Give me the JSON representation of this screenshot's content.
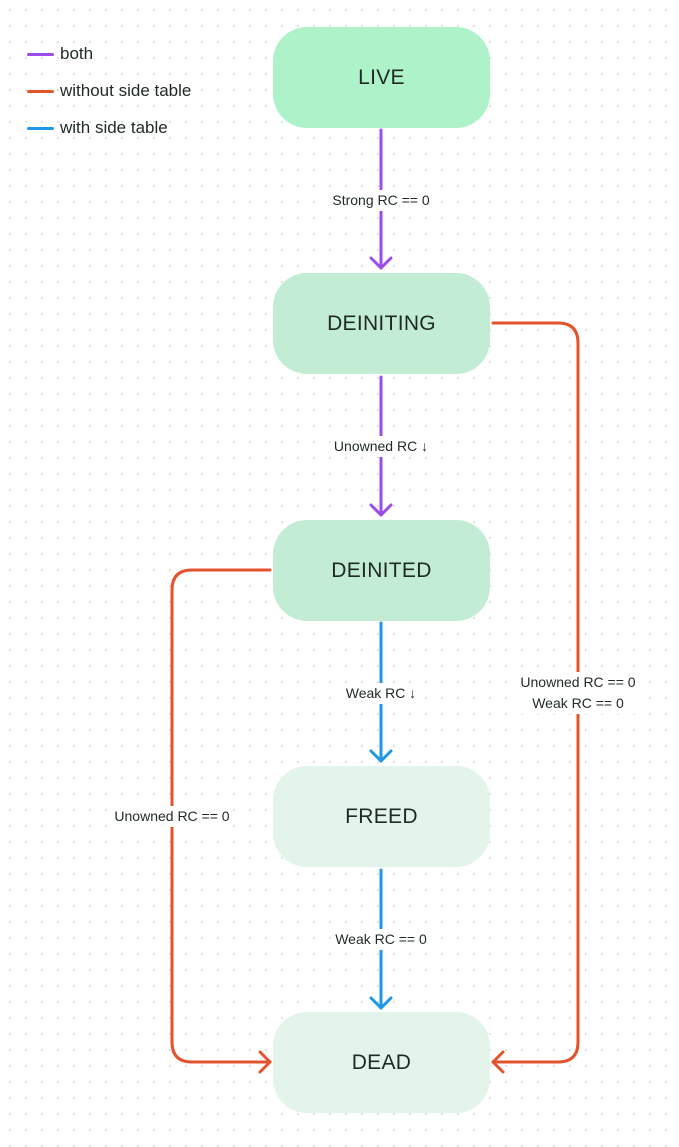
{
  "legend": [
    {
      "label": "both",
      "color": "#9b4dea"
    },
    {
      "label": "without side table",
      "color": "#e5532c"
    },
    {
      "label": "with side table",
      "color": "#1e98e6"
    }
  ],
  "nodes": {
    "live": {
      "label": "LIVE",
      "fill": "#aef2ca"
    },
    "deiniting": {
      "label": "DEINITING",
      "fill": "#c3ecd4"
    },
    "deinited": {
      "label": "DEINITED",
      "fill": "#c3ecd4"
    },
    "freed": {
      "label": "FREED",
      "fill": "#e3f4ea"
    },
    "dead": {
      "label": "DEAD",
      "fill": "#e3f4ea"
    }
  },
  "edges": {
    "live_to_deiniting": {
      "label": "Strong RC == 0",
      "color": "#9b4dea"
    },
    "deiniting_to_deinited": {
      "label": "Unowned RC ↓",
      "color": "#9b4dea"
    },
    "deinited_to_freed": {
      "label": "Weak RC ↓",
      "color": "#1e98e6"
    },
    "freed_to_dead": {
      "label": "Weak RC == 0",
      "color": "#1e98e6"
    },
    "deinited_to_dead": {
      "label": "Unowned RC == 0",
      "color": "#e5532c"
    },
    "deiniting_to_dead": {
      "label_line1": "Unowned RC == 0",
      "label_line2": "Weak RC == 0",
      "color": "#e5532c"
    }
  }
}
